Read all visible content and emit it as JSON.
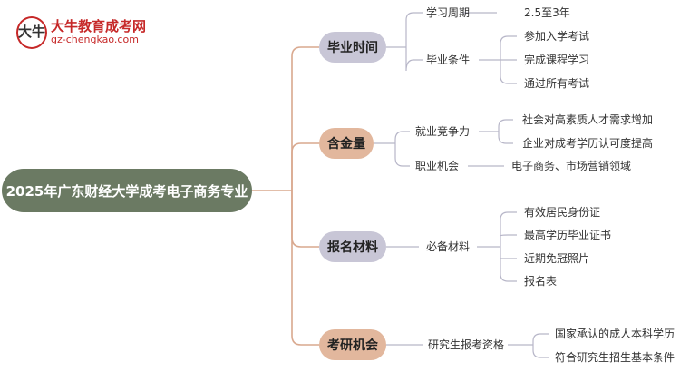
{
  "logo": {
    "name": "大牛教育成考网",
    "url": "gz-chengkao.com",
    "mark": "大牛"
  },
  "root": "2025年广东财经大学成考电子商务专业",
  "branches": [
    {
      "label": "毕业时间",
      "children": [
        {
          "label": "学习周期",
          "leaves": [
            "2.5至3年"
          ]
        },
        {
          "label": "毕业条件",
          "leaves": [
            "参加入学考试",
            "完成课程学习",
            "通过所有考试"
          ]
        }
      ]
    },
    {
      "label": "含金量",
      "children": [
        {
          "label": "就业竞争力",
          "leaves": [
            "社会对高素质人才需求增加",
            "企业对成考学历认可度提高"
          ]
        },
        {
          "label": "职业机会",
          "leaves": [
            "电子商务、市场营销领域"
          ]
        }
      ]
    },
    {
      "label": "报名材料",
      "children": [
        {
          "label": "必备材料",
          "leaves": [
            "有效居民身份证",
            "最高学历毕业证书",
            "近期免冠照片",
            "报名表"
          ]
        }
      ]
    },
    {
      "label": "考研机会",
      "children": [
        {
          "label": "研究生报考资格",
          "leaves": [
            "国家承认的成人本科学历",
            "符合研究生招生基本条件"
          ]
        }
      ]
    }
  ],
  "colors": {
    "root": "#6b7a63",
    "branch_gray": "#c8c6d6",
    "branch_tan": "#e2b79d",
    "root_connector": "#d9a88e",
    "connector": "#b7b6c8",
    "logo_red": "#c62828"
  }
}
